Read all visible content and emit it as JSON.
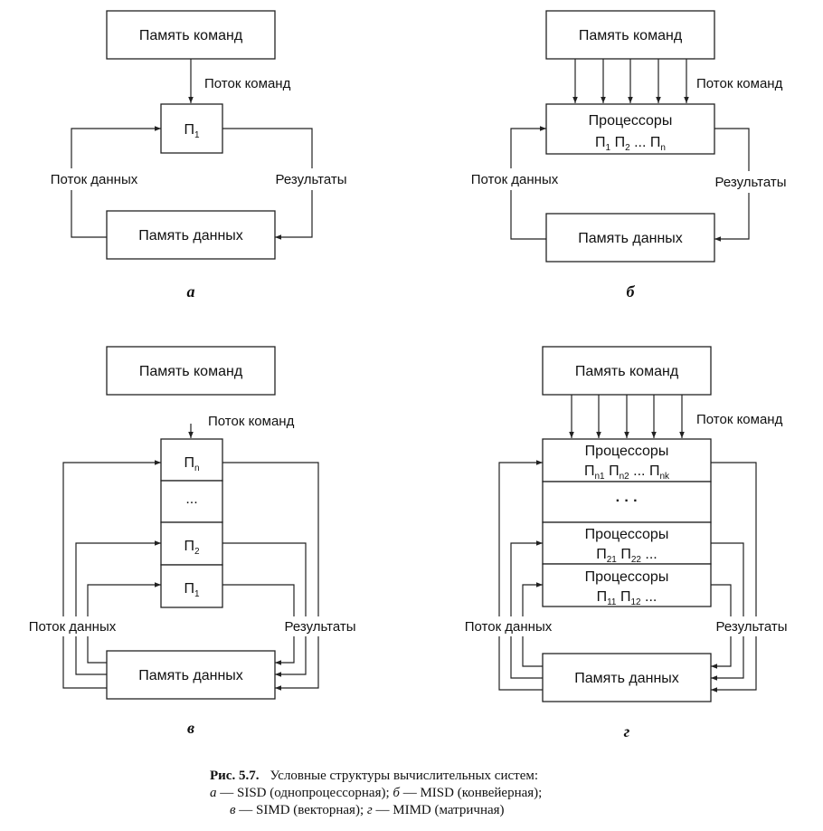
{
  "labels": {
    "instr_mem": "Память команд",
    "data_mem": "Память данных",
    "instr_stream": "Поток команд",
    "data_stream": "Поток данных",
    "results": "Результаты",
    "processors": "Процессоры",
    "ellipsis_small": "...",
    "ellipsis_big": "· · ·"
  },
  "panels": {
    "a": {
      "letter": "а",
      "proc": "П",
      "proc_sub": "1"
    },
    "b": {
      "letter": "б",
      "p1": "П",
      "p1s": "1",
      "p2": "П",
      "p2s": "2",
      "dots": "...",
      "pn": "П",
      "pns": "n"
    },
    "v": {
      "letter": "в",
      "pn": "П",
      "pns": "n",
      "p2": "П",
      "p2s": "2",
      "p1": "П",
      "p1s": "1"
    },
    "g": {
      "letter": "г",
      "row_n": {
        "a": "П",
        "as": "n1",
        "b": "П",
        "bs": "n2",
        "dots": "...",
        "c": "П",
        "cs": "nk"
      },
      "row_2": {
        "a": "П",
        "as": "21",
        "b": "П",
        "bs": "22",
        "dots": "..."
      },
      "row_1": {
        "a": "П",
        "as": "11",
        "b": "П",
        "bs": "12",
        "dots": "..."
      }
    }
  },
  "caption": {
    "fig": "Рис. 5.7.",
    "title": "Условные структуры вычислительных систем:",
    "line2_a": "а",
    "line2_a_text": " — SISD (однопроцессорная); ",
    "line2_b": "б",
    "line2_b_text": " — MISD (конвейерная);",
    "line3_v": "в",
    "line3_v_text": " — SIMD (векторная); ",
    "line3_g": "г",
    "line3_g_text": " — MIMD (матричная)"
  }
}
